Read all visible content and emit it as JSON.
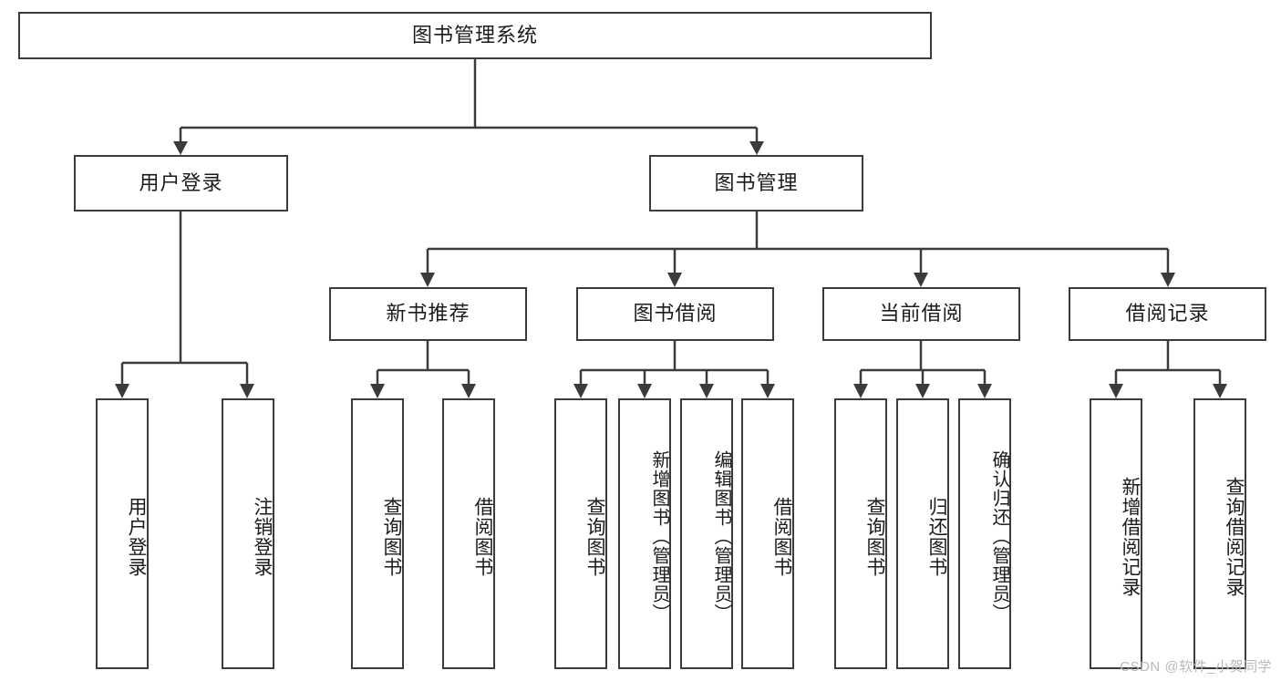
{
  "diagram": {
    "type": "tree-hierarchy",
    "title": "图书管理系统",
    "watermark": "CSDN @软件_小贺同学",
    "root": {
      "id": "root",
      "label": "图书管理系统",
      "orientation": "horizontal"
    },
    "level1": [
      {
        "id": "user-login",
        "label": "用户登录",
        "orientation": "horizontal"
      },
      {
        "id": "book-manage",
        "label": "图书管理",
        "orientation": "horizontal"
      }
    ],
    "level2": [
      {
        "id": "new-book-recommend",
        "label": "新书推荐",
        "orientation": "horizontal",
        "parent": "book-manage"
      },
      {
        "id": "book-borrow",
        "label": "图书借阅",
        "orientation": "horizontal",
        "parent": "book-manage"
      },
      {
        "id": "current-borrow",
        "label": "当前借阅",
        "orientation": "horizontal",
        "parent": "book-manage"
      },
      {
        "id": "borrow-record",
        "label": "借阅记录",
        "orientation": "horizontal",
        "parent": "book-manage"
      }
    ],
    "leaves": [
      {
        "id": "leaf-user-login",
        "label": "用户登录",
        "parent": "user-login",
        "orientation": "vertical"
      },
      {
        "id": "leaf-user-logout",
        "label": "注销登录",
        "parent": "user-login",
        "orientation": "vertical"
      },
      {
        "id": "leaf-query-book-1",
        "label": "查询图书",
        "parent": "new-book-recommend",
        "orientation": "vertical"
      },
      {
        "id": "leaf-borrow-book-1",
        "label": "借阅图书",
        "parent": "new-book-recommend",
        "orientation": "vertical"
      },
      {
        "id": "leaf-query-book-2",
        "label": "查询图书",
        "parent": "book-borrow",
        "orientation": "vertical"
      },
      {
        "id": "leaf-add-book",
        "label": "新增图书（管理员）",
        "parent": "book-borrow",
        "orientation": "vertical"
      },
      {
        "id": "leaf-edit-book",
        "label": "编辑图书（管理员）",
        "parent": "book-borrow",
        "orientation": "vertical"
      },
      {
        "id": "leaf-borrow-book-2",
        "label": "借阅图书",
        "parent": "book-borrow",
        "orientation": "vertical"
      },
      {
        "id": "leaf-query-book-3",
        "label": "查询图书",
        "parent": "current-borrow",
        "orientation": "vertical"
      },
      {
        "id": "leaf-return-book",
        "label": "归还图书",
        "parent": "current-borrow",
        "orientation": "vertical"
      },
      {
        "id": "leaf-confirm-return",
        "label": "确认归还（管理员）",
        "parent": "current-borrow",
        "orientation": "vertical"
      },
      {
        "id": "leaf-add-record",
        "label": "新增借阅记录",
        "parent": "borrow-record",
        "orientation": "vertical"
      },
      {
        "id": "leaf-query-record",
        "label": "查询借阅记录",
        "parent": "borrow-record",
        "orientation": "vertical"
      }
    ],
    "colors": {
      "stroke": "#3b3b3b",
      "fill": "#ffffff",
      "text": "#1b1b1b",
      "watermark": "#b9b9b9"
    }
  }
}
